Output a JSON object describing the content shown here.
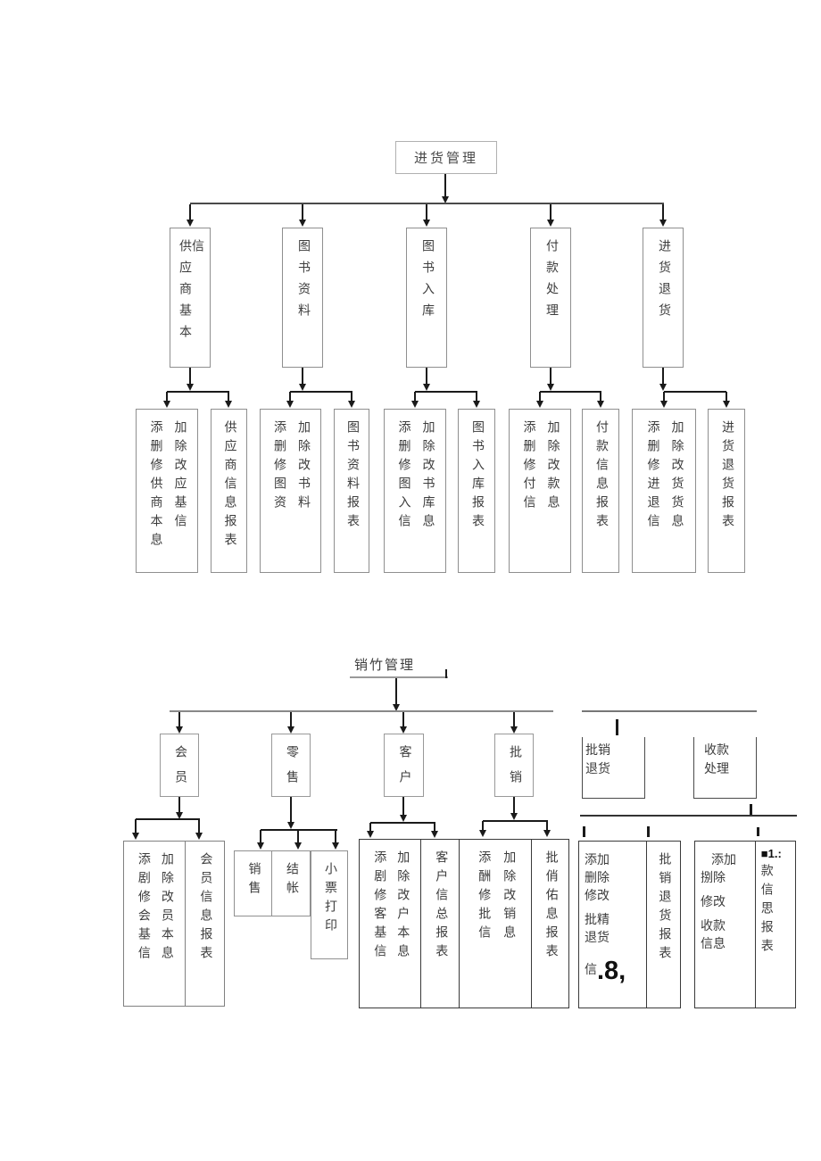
{
  "d1": {
    "title": "进货管理",
    "l2": [
      "供应商基本信",
      "图书资料",
      "图书入库",
      "付款处理",
      "进货退货"
    ],
    "l3a": [
      [
        "添删修供商本息",
        "加除改应基信"
      ],
      [
        "添删修图资",
        "加除改书料"
      ],
      [
        "添删修图入信",
        "加除改书库息"
      ],
      [
        "添删修付信",
        "加除改款息"
      ],
      [
        "添删修进退信",
        "加除改货货息"
      ]
    ],
    "l3b": [
      "供应商信息报表",
      "图书资料报表",
      "图书入库报表",
      "付款信息报表",
      "进货退货报表"
    ]
  },
  "d2": {
    "title": "销竹管理",
    "l2": [
      "会员",
      "零售",
      "客户",
      "批销"
    ],
    "open1": [
      "批销",
      "退货"
    ],
    "open2": [
      "收款",
      "处理"
    ],
    "member": {
      "cols": [
        "添剧修会基信",
        "加除改员本息"
      ],
      "report": "会员信息报表"
    },
    "retail": [
      "销售",
      "结帐",
      "小票打印"
    ],
    "customer": {
      "s1": [
        "添剧修客基信",
        "加除改户本息"
      ],
      "s2": "客户信总报表",
      "s3": [
        "添酬修批信",
        "加除改销息"
      ],
      "s4": "批俏佑息报表"
    },
    "boxA": {
      "rows": [
        "添加",
        "删除",
        "修改",
        "批精",
        "退货"
      ],
      "tail_small": "信",
      "tail_big": ".8,",
      "report": "批销退货报表"
    },
    "boxB": {
      "rows": [
        "添加",
        "捌除",
        "修改",
        "收款",
        "信息"
      ],
      "head": "■1.:",
      "col": "款信思报表"
    }
  }
}
